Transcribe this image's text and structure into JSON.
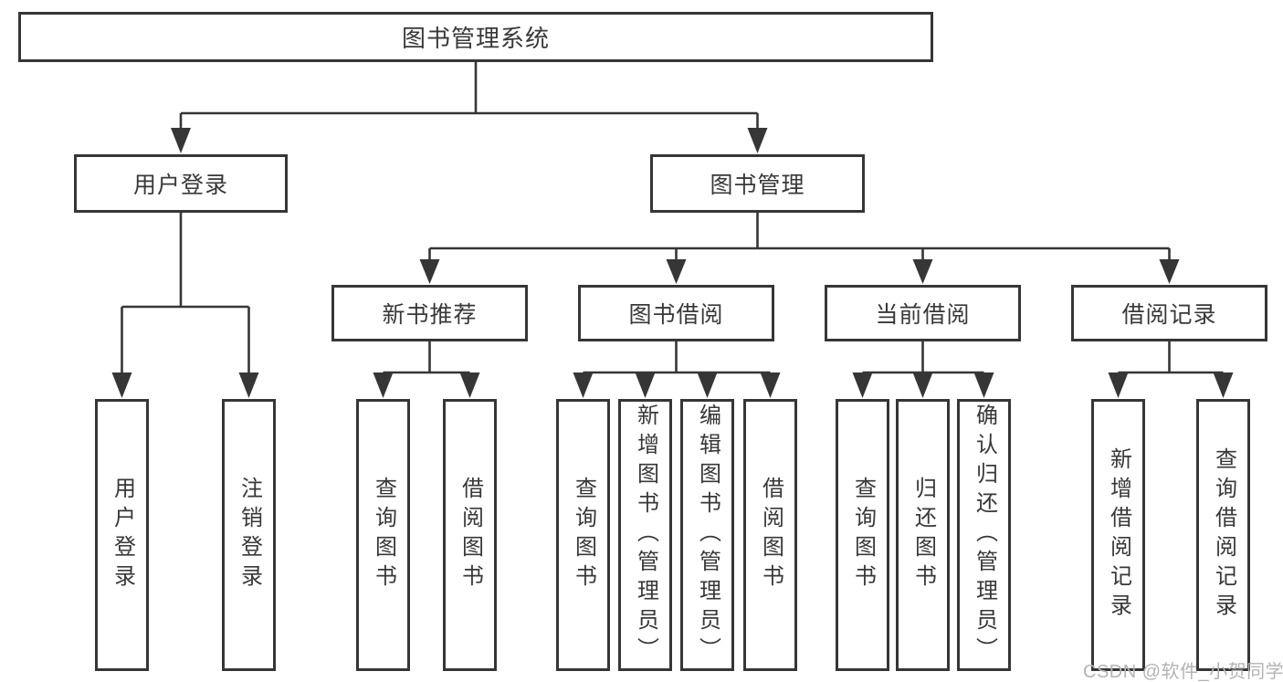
{
  "diagram": {
    "title": "图书管理系统",
    "colors": {
      "line": "#363636",
      "text": "#383838",
      "background": "#ffffff",
      "watermark": "#b3b3b3"
    }
  },
  "tree": {
    "root": {
      "label": "图书管理系统"
    },
    "children": [
      {
        "label": "用户登录",
        "children": [
          {
            "label": "用户登录"
          },
          {
            "label": "注销登录"
          }
        ]
      },
      {
        "label": "图书管理",
        "children": [
          {
            "label": "新书推荐",
            "children": [
              {
                "label": "查询图书"
              },
              {
                "label": "借阅图书"
              }
            ]
          },
          {
            "label": "图书借阅",
            "children": [
              {
                "label": "查询图书"
              },
              {
                "label": "新增图书（管理员）"
              },
              {
                "label": "编辑图书（管理员）"
              },
              {
                "label": "借阅图书"
              }
            ]
          },
          {
            "label": "当前借阅",
            "children": [
              {
                "label": "查询图书"
              },
              {
                "label": "归还图书"
              },
              {
                "label": "确认归还（管理员）"
              }
            ]
          },
          {
            "label": "借阅记录",
            "children": [
              {
                "label": "新增借阅记录"
              },
              {
                "label": "查询借阅记录"
              }
            ]
          }
        ]
      }
    ]
  },
  "watermark": {
    "text": "CSDN @软件_小贺同学"
  }
}
